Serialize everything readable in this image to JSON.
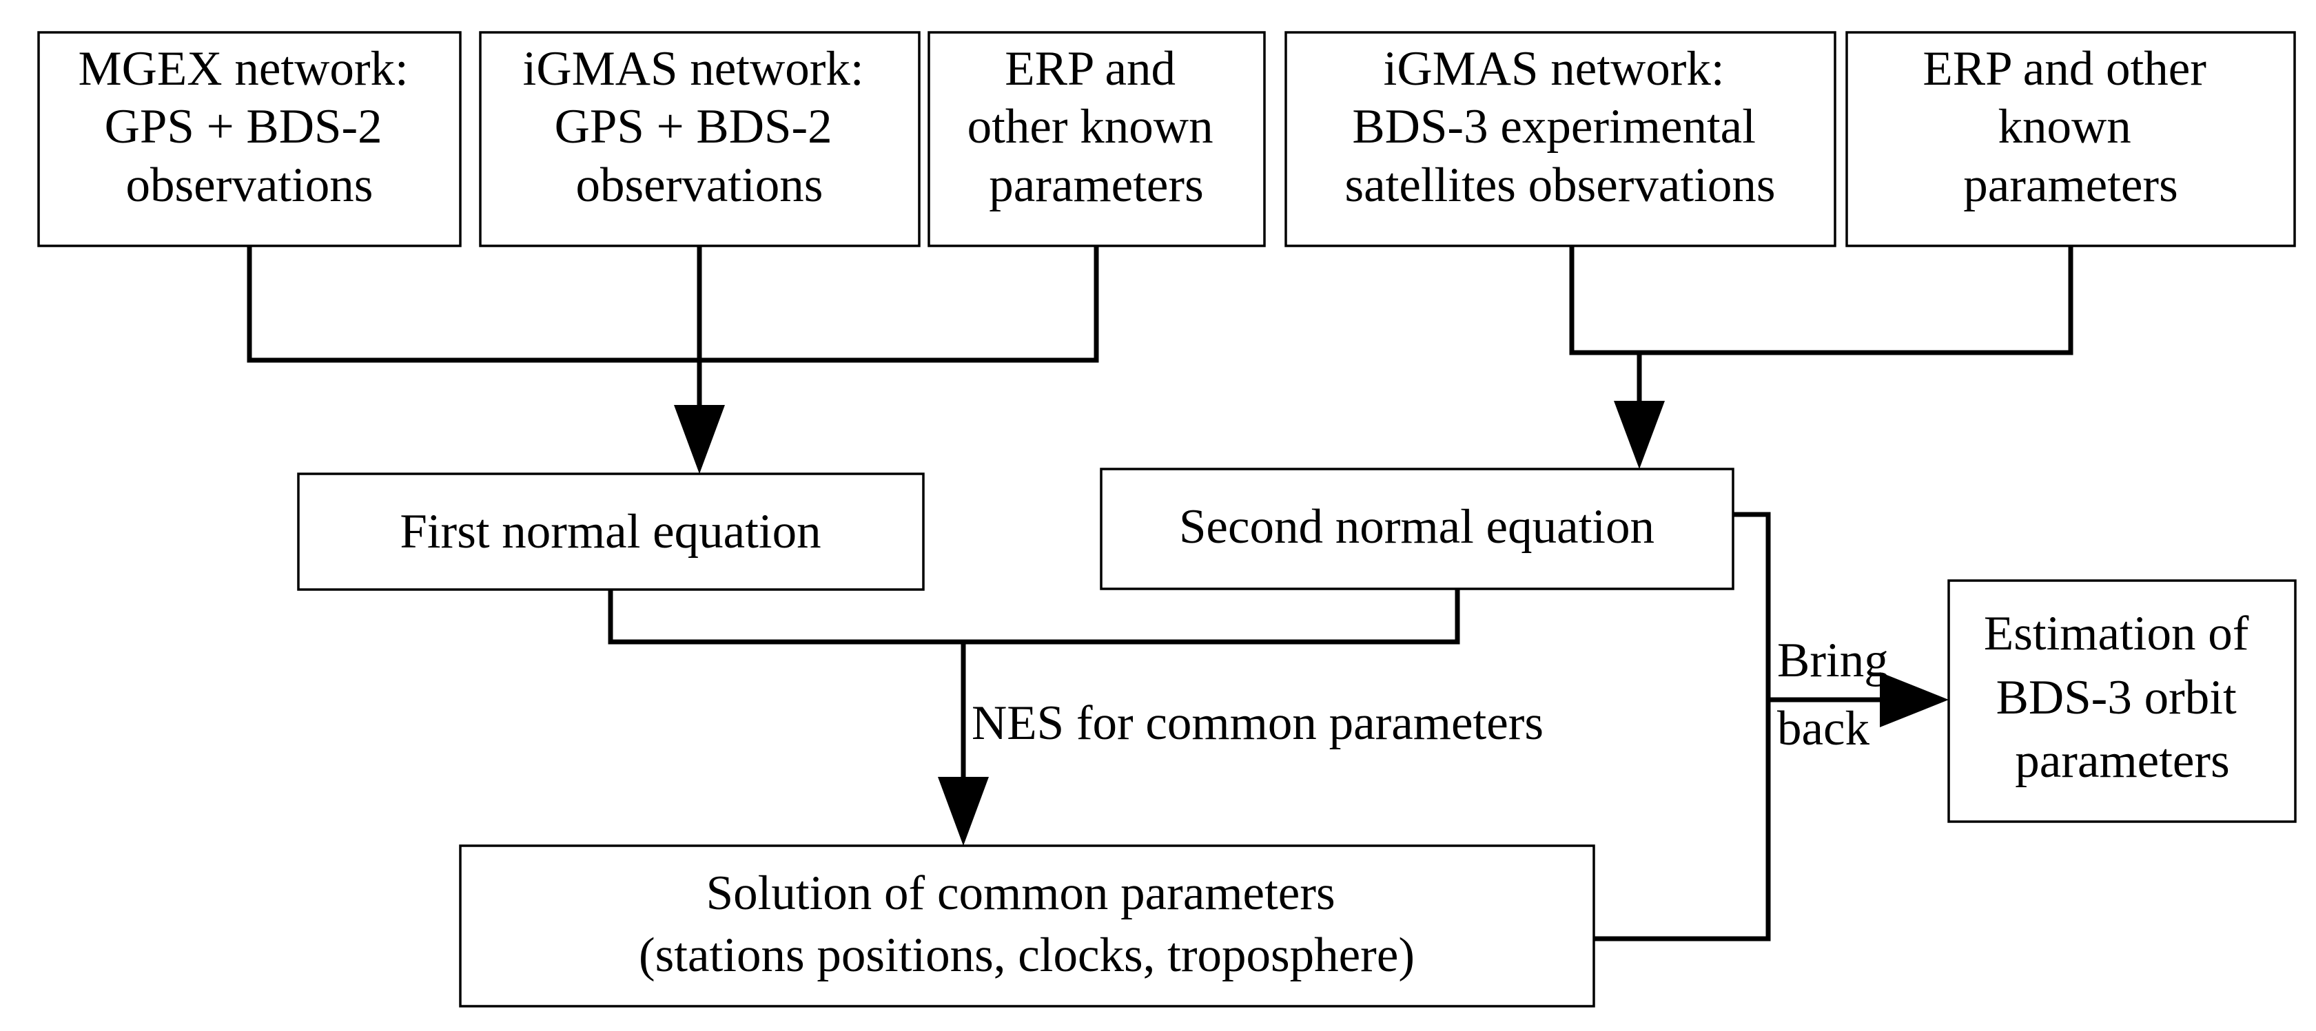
{
  "nodes": {
    "mgex": {
      "lines": [
        "MGEX network:",
        "GPS + BDS-2",
        "observations"
      ]
    },
    "igmas_gps": {
      "lines": [
        "iGMAS network:",
        "GPS + BDS-2",
        "observations"
      ]
    },
    "erp1": {
      "lines": [
        "ERP and",
        "other  known",
        "parameters"
      ]
    },
    "igmas_bds3": {
      "lines": [
        "iGMAS network:",
        "BDS-3 experimental",
        "satellites observations"
      ]
    },
    "erp2": {
      "lines": [
        "ERP and other",
        "known",
        "parameters"
      ]
    },
    "first_normal": {
      "lines": [
        "First normal equation"
      ]
    },
    "second_normal": {
      "lines": [
        "Second normal equation"
      ]
    },
    "solution": {
      "lines": [
        "Solution of common parameters",
        "(stations positions, clocks, troposphere)"
      ]
    },
    "estimation": {
      "lines": [
        "Estimation of",
        "BDS-3  orbit",
        "parameters"
      ]
    }
  },
  "edge_labels": {
    "nes": "NES for common parameters",
    "bring_back": [
      "Bring",
      "back"
    ]
  },
  "colors": {
    "stroke": "#000000",
    "fill": "#ffffff",
    "text": "#000000"
  }
}
